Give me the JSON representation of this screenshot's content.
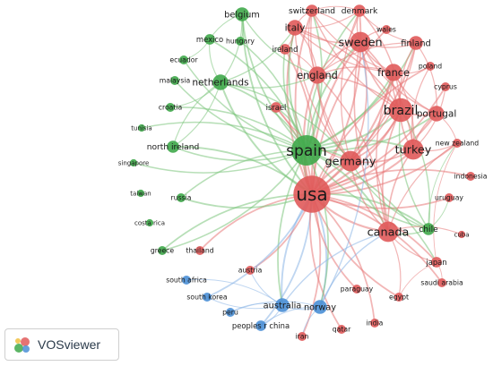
{
  "colors": {
    "red": "#e05a5a",
    "green": "#3fa84a",
    "blue": "#4a8fd6",
    "edge_red": "#e87a7a",
    "edge_green": "#7cc47c",
    "edge_blue": "#8ab4e6"
  },
  "logo": {
    "text": "VOSviewer",
    "icon": "vosviewer-logo-icon"
  },
  "nodes": [
    {
      "id": "usa",
      "label": "usa",
      "cluster": "red",
      "weight": 10
    },
    {
      "id": "spain",
      "label": "spain",
      "cluster": "green",
      "weight": 8
    },
    {
      "id": "brazil",
      "label": "brazil",
      "cluster": "red",
      "weight": 6
    },
    {
      "id": "sweden",
      "label": "sweden",
      "cluster": "red",
      "weight": 5
    },
    {
      "id": "canada",
      "label": "canada",
      "cluster": "red",
      "weight": 5
    },
    {
      "id": "germany",
      "label": "germany",
      "cluster": "red",
      "weight": 5
    },
    {
      "id": "turkey",
      "label": "turkey",
      "cluster": "red",
      "weight": 5
    },
    {
      "id": "england",
      "label": "england",
      "cluster": "red",
      "weight": 4
    },
    {
      "id": "france",
      "label": "france",
      "cluster": "red",
      "weight": 4
    },
    {
      "id": "italy",
      "label": "italy",
      "cluster": "red",
      "weight": 3.5
    },
    {
      "id": "portugal",
      "label": "portugal",
      "cluster": "red",
      "weight": 3.5
    },
    {
      "id": "netherlands",
      "label": "netherlands",
      "cluster": "green",
      "weight": 3.5
    },
    {
      "id": "finland",
      "label": "finland",
      "cluster": "red",
      "weight": 3
    },
    {
      "id": "norway",
      "label": "norway",
      "cluster": "blue",
      "weight": 3
    },
    {
      "id": "australia",
      "label": "australia",
      "cluster": "blue",
      "weight": 3
    },
    {
      "id": "belgium",
      "label": "belgium",
      "cluster": "green",
      "weight": 3
    },
    {
      "id": "switzerland",
      "label": "switzerland",
      "cluster": "red",
      "weight": 2.5
    },
    {
      "id": "denmark",
      "label": "denmark",
      "cluster": "red",
      "weight": 2.5
    },
    {
      "id": "chile",
      "label": "chile",
      "cluster": "green",
      "weight": 2.5
    },
    {
      "id": "north_ireland",
      "label": "north ireland",
      "cluster": "green",
      "weight": 2.5
    },
    {
      "id": "mexico",
      "label": "mexico",
      "cluster": "green",
      "weight": 2
    },
    {
      "id": "israel",
      "label": "israel",
      "cluster": "red",
      "weight": 2
    },
    {
      "id": "japan",
      "label": "japan",
      "cluster": "red",
      "weight": 2
    },
    {
      "id": "ireland",
      "label": "ireland",
      "cluster": "red",
      "weight": 2
    },
    {
      "id": "peoples_china",
      "label": "peoples r china",
      "cluster": "blue",
      "weight": 2
    },
    {
      "id": "new_zealand",
      "label": "new zealand",
      "cluster": "red",
      "weight": 1.5
    },
    {
      "id": "wales",
      "label": "wales",
      "cluster": "red",
      "weight": 1.5
    },
    {
      "id": "poland",
      "label": "poland",
      "cluster": "red",
      "weight": 1.5
    },
    {
      "id": "cyprus",
      "label": "cyprus",
      "cluster": "red",
      "weight": 1.5
    },
    {
      "id": "hungary",
      "label": "hungary",
      "cluster": "green",
      "weight": 1.5
    },
    {
      "id": "ecuador",
      "label": "ecuador",
      "cluster": "green",
      "weight": 1.5
    },
    {
      "id": "malaysia",
      "label": "malaysia",
      "cluster": "green",
      "weight": 1.5
    },
    {
      "id": "croatia",
      "label": "croatia",
      "cluster": "green",
      "weight": 1.5
    },
    {
      "id": "tunisia",
      "label": "tunisia",
      "cluster": "green",
      "weight": 1
    },
    {
      "id": "singapore",
      "label": "singapore",
      "cluster": "green",
      "weight": 1
    },
    {
      "id": "taiwan",
      "label": "taiwan",
      "cluster": "green",
      "weight": 1
    },
    {
      "id": "russia",
      "label": "russia",
      "cluster": "green",
      "weight": 1.5
    },
    {
      "id": "costa_rica",
      "label": "costa rica",
      "cluster": "green",
      "weight": 1
    },
    {
      "id": "greece",
      "label": "greece",
      "cluster": "green",
      "weight": 1.5
    },
    {
      "id": "thailand",
      "label": "thailand",
      "cluster": "red",
      "weight": 1.5
    },
    {
      "id": "indonesia",
      "label": "indonesia",
      "cluster": "red",
      "weight": 1.5
    },
    {
      "id": "uruguay",
      "label": "uruguay",
      "cluster": "red",
      "weight": 1.5
    },
    {
      "id": "cuba",
      "label": "cuba",
      "cluster": "red",
      "weight": 1
    },
    {
      "id": "austria",
      "label": "austria",
      "cluster": "red",
      "weight": 1.5
    },
    {
      "id": "south_africa",
      "label": "south africa",
      "cluster": "blue",
      "weight": 1.5
    },
    {
      "id": "south_korea",
      "label": "south korea",
      "cluster": "blue",
      "weight": 1.5
    },
    {
      "id": "paraguay",
      "label": "paraguay",
      "cluster": "red",
      "weight": 1.5
    },
    {
      "id": "saudi_arabia",
      "label": "saudi arabia",
      "cluster": "red",
      "weight": 1.5
    },
    {
      "id": "egypt",
      "label": "egypt",
      "cluster": "red",
      "weight": 1.5
    },
    {
      "id": "peru",
      "label": "peru",
      "cluster": "blue",
      "weight": 1.5
    },
    {
      "id": "india",
      "label": "india",
      "cluster": "red",
      "weight": 1.5
    },
    {
      "id": "qatar",
      "label": "qatar",
      "cluster": "red",
      "weight": 1.5
    },
    {
      "id": "iran",
      "label": "iran",
      "cluster": "red",
      "weight": 1.5
    }
  ]
}
